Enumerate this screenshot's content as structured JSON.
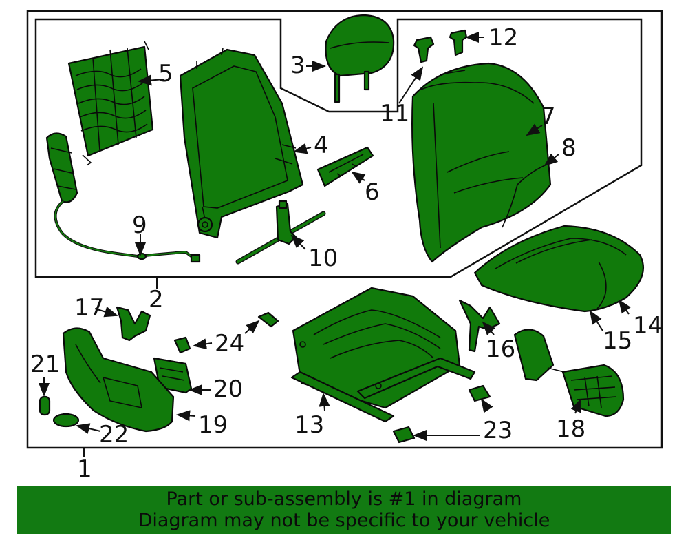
{
  "callouts": {
    "c1": "1",
    "c2": "2",
    "c3": "3",
    "c4": "4",
    "c5": "5",
    "c6": "6",
    "c7": "7",
    "c8": "8",
    "c9": "9",
    "c10": "10",
    "c11": "11",
    "c12": "12",
    "c13": "13",
    "c14": "14",
    "c15": "15",
    "c16": "16",
    "c17": "17",
    "c18": "18",
    "c19": "19",
    "c20": "20",
    "c21": "21",
    "c22": "22",
    "c23": "23",
    "c24": "24"
  },
  "banner": {
    "line1": "Part or sub-assembly is #1 in diagram",
    "line2": "Diagram may not be specific to your vehicle"
  },
  "colors": {
    "part_fill": "#117a0b",
    "banner_bg": "#127a12"
  }
}
